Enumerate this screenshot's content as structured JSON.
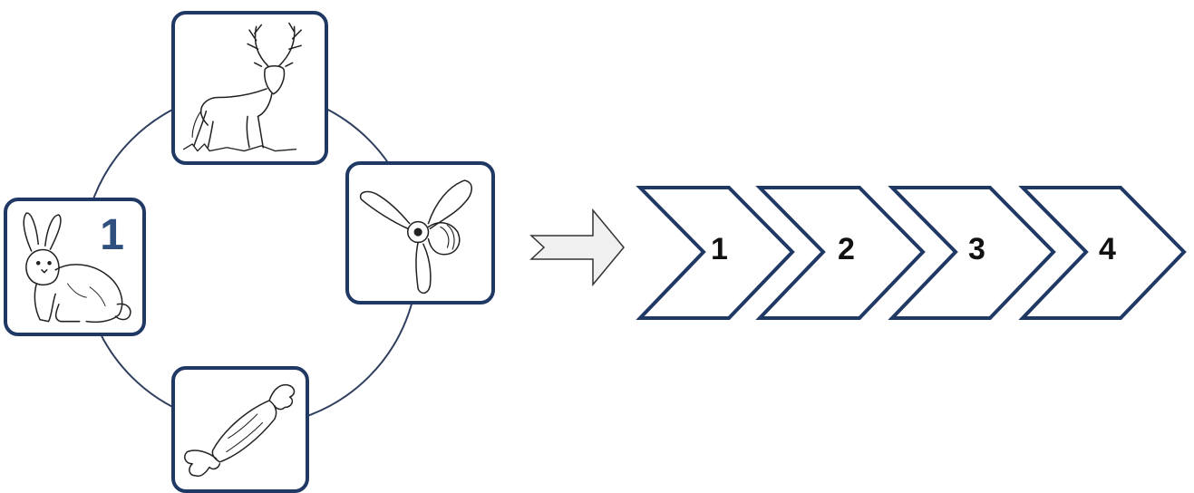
{
  "cycle": {
    "items": [
      {
        "icon": "rabbit-icon",
        "badge": "1"
      },
      {
        "icon": "deer-icon"
      },
      {
        "icon": "fan-icon"
      },
      {
        "icon": "candy-icon"
      }
    ],
    "stroke_color": "#1f3864"
  },
  "arrow": {
    "icon": "right-arrow-icon"
  },
  "steps": [
    {
      "label": "1"
    },
    {
      "label": "2"
    },
    {
      "label": "3"
    },
    {
      "label": "4"
    }
  ]
}
